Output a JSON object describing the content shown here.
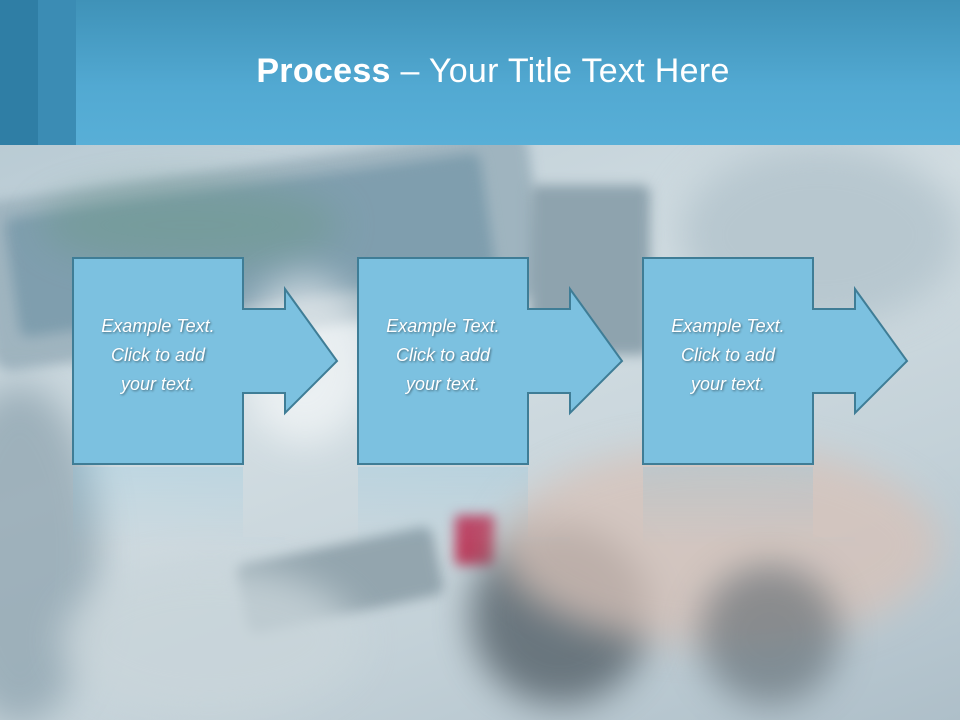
{
  "slide": {
    "title_bold": "Process",
    "title_rest": " – Your Title Text Here"
  },
  "steps": [
    {
      "line1": "Example Text.",
      "line2": "Click  to add",
      "line3": "your text."
    },
    {
      "line1": "Example Text.",
      "line2": "Click  to add",
      "line3": "your text."
    },
    {
      "line1": "Example Text.",
      "line2": "Click  to add",
      "line3": "your text."
    }
  ],
  "colors": {
    "header": "#52a9d2",
    "box_fill": "#7cc1e0",
    "box_stroke": "#3f7d96",
    "text": "#ffffff"
  }
}
